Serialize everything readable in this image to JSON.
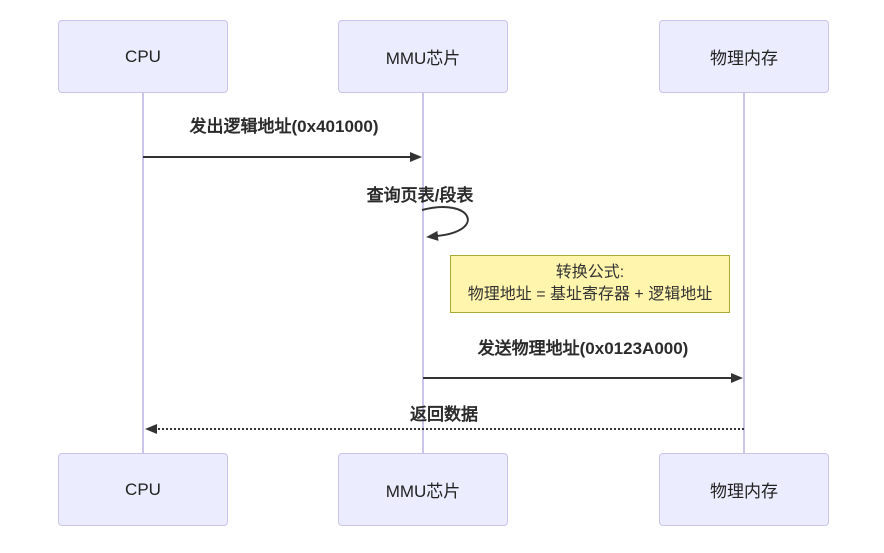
{
  "diagram": {
    "type": "sequence-diagram",
    "background": "#FFFFFF"
  },
  "participants": [
    {
      "name": "CPU"
    },
    {
      "name": "MMU芯片"
    },
    {
      "name": "物理内存"
    }
  ],
  "messages": [
    {
      "from": "CPU",
      "to": "MMU芯片",
      "label": "发出逻辑地址(0x401000)",
      "line": "solid",
      "direction": "right"
    },
    {
      "from": "MMU芯片",
      "to": "MMU芯片",
      "label": "查询页表/段表",
      "line": "self-loop"
    },
    {
      "from": "MMU芯片",
      "to": "物理内存",
      "label": "发送物理地址(0x0123A000)",
      "line": "solid",
      "direction": "right"
    },
    {
      "from": "物理内存",
      "to": "CPU",
      "label": "返回数据",
      "line": "dashed",
      "direction": "left"
    }
  ],
  "note": {
    "position": "right of MMU芯片 lifeline",
    "line1": "转换公式:",
    "line2": "物理地址 = 基址寄存器 + 逻辑地址"
  },
  "colors": {
    "actor_fill": "#ECECFF",
    "actor_border": "#CBC3EB",
    "lifeline": "#CBC5EC",
    "note_fill": "#FFF5AD",
    "note_border": "#AAAA33",
    "message_line": "#333333",
    "message_text": "#2B2B2B"
  }
}
